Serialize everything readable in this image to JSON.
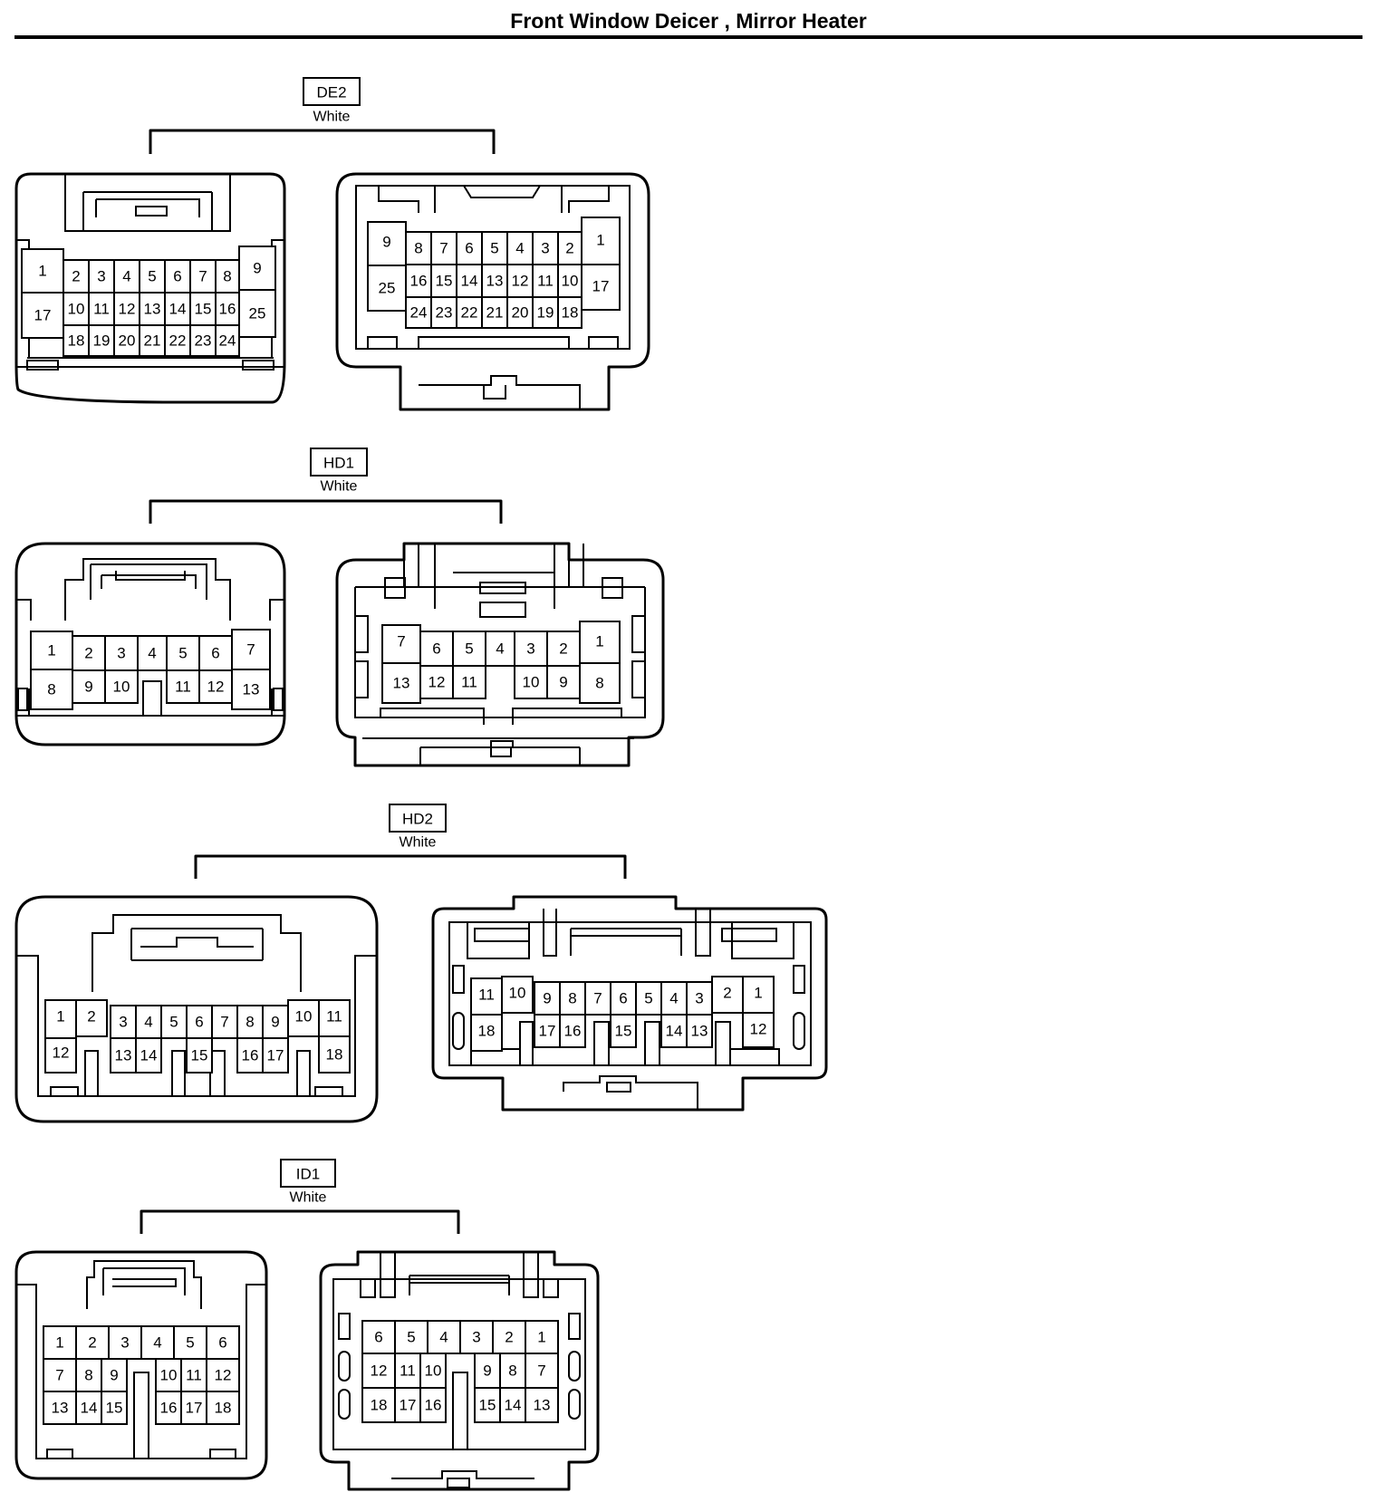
{
  "title": "Front Window Deicer , Mirror Heater",
  "connectors": [
    {
      "name": "DE2",
      "color": "White"
    },
    {
      "name": "HD1",
      "color": "White"
    },
    {
      "name": "HD2",
      "color": "White"
    },
    {
      "name": "ID1",
      "color": "White"
    }
  ]
}
